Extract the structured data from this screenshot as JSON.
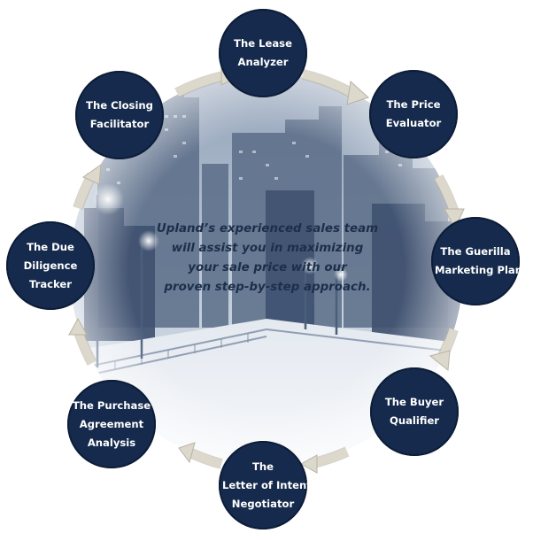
{
  "center_message": {
    "lines": [
      "Upland’s experienced sales team",
      "will assist you in maximizing",
      "your sale price with our",
      "proven step-by-step approach."
    ]
  },
  "steps": [
    {
      "lines": [
        "The Lease",
        "Analyzer"
      ]
    },
    {
      "lines": [
        "The Price",
        "Evaluator"
      ]
    },
    {
      "lines": [
        "The Guerilla",
        "Marketing Plan"
      ]
    },
    {
      "lines": [
        "The Buyer",
        "Qualifier"
      ]
    },
    {
      "lines": [
        "The",
        "Letter of Intent",
        "Negotiator"
      ]
    },
    {
      "lines": [
        "The Purchase",
        "Agreement",
        "Analysis"
      ]
    },
    {
      "lines": [
        "The Due",
        "Diligence",
        "Tracker"
      ]
    },
    {
      "lines": [
        "The Closing",
        "Facilitator"
      ]
    }
  ],
  "colors": {
    "node_fill": "#152a4c",
    "node_text": "#ffffff",
    "center_text": "#1c2f4a",
    "arrow": "#d8d4c8",
    "arrow_edge": "#b9b3a3",
    "backdrop_light": "#f2f5f9",
    "backdrop_dark": "#4b5f7c"
  }
}
